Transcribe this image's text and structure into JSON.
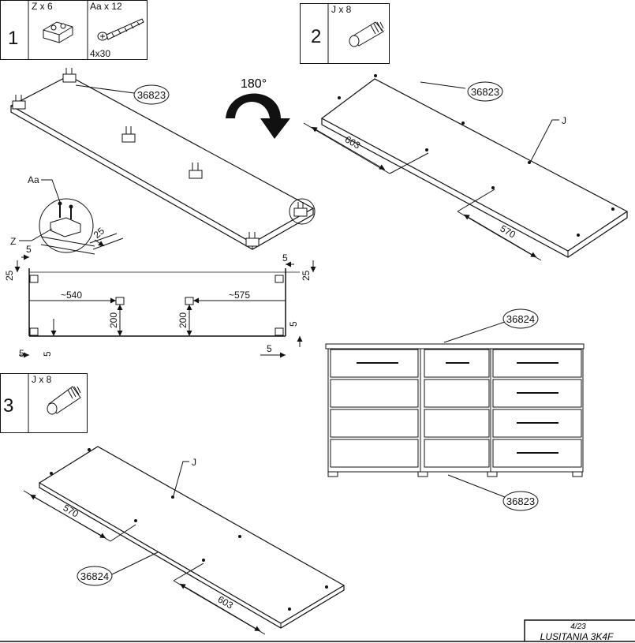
{
  "page": {
    "number": "4/23",
    "model": "LUSITANIA 3K4F"
  },
  "steps": [
    {
      "number": "1",
      "parts": [
        {
          "label": "Z x 6",
          "icon": "connector-block-icon"
        },
        {
          "label": "Aa x 12",
          "size": "4x30",
          "icon": "screw-icon"
        }
      ]
    },
    {
      "number": "2",
      "parts": [
        {
          "label": "J x 8",
          "icon": "dowel-pin-icon"
        }
      ]
    },
    {
      "number": "3",
      "parts": [
        {
          "label": "J x 8",
          "icon": "dowel-pin-icon"
        }
      ]
    }
  ],
  "rotation": {
    "label": "180°",
    "icon": "rotate-arrow-icon"
  },
  "part_numbers": {
    "top_board": "36823",
    "bottom_board": "36824"
  },
  "callouts": {
    "screw": "Aa",
    "connector": "Z",
    "dowel": "J"
  },
  "dimensions": {
    "callout_25": "25",
    "step2_a": "603",
    "step2_b": "570",
    "step3_a": "570",
    "step3_b": "603",
    "layout": {
      "edge_5": "5",
      "edge_25": "25",
      "span_left": "~540",
      "span_right": "~575",
      "gap_200": "200"
    }
  }
}
